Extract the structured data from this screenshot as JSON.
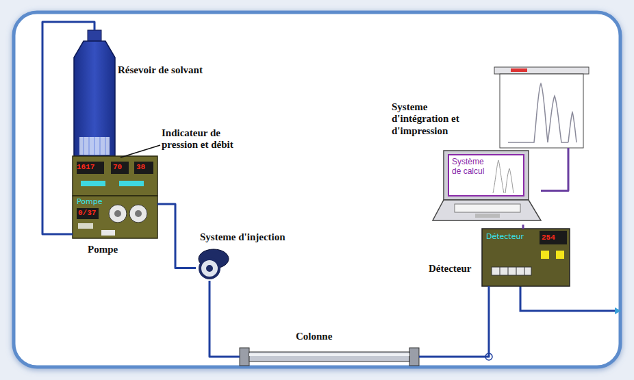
{
  "diagram": {
    "nodes": [
      {
        "text": [
          "Résevoir de solvant"
        ]
      },
      {
        "text": [
          "Indicateur de pression et débit",
          "1617",
          "70",
          "38"
        ]
      },
      {
        "text": [
          "Pompe",
          "0/37",
          "Pompe"
        ]
      },
      {
        "text": [
          "Systeme d'injection"
        ]
      },
      {
        "text": [
          "Colonne"
        ]
      },
      {
        "text": [
          "Détecteur",
          "254",
          "Détecteur"
        ]
      },
      {
        "text": [
          "Système de calcul"
        ]
      },
      {
        "text": [
          "Systeme d'intégration et d'impression"
        ]
      }
    ],
    "edges": [
      {
        "from": 0,
        "to": 2,
        "arrow": "none"
      },
      {
        "from": 2,
        "to": 3,
        "arrow": "none"
      },
      {
        "from": 3,
        "to": 4,
        "arrow": "none"
      },
      {
        "from": 4,
        "to": 5,
        "arrow": "none"
      },
      {
        "from": 5,
        "to": 6,
        "arrow": "none"
      },
      {
        "from": 6,
        "to": 7,
        "arrow": "none"
      }
    ]
  }
}
